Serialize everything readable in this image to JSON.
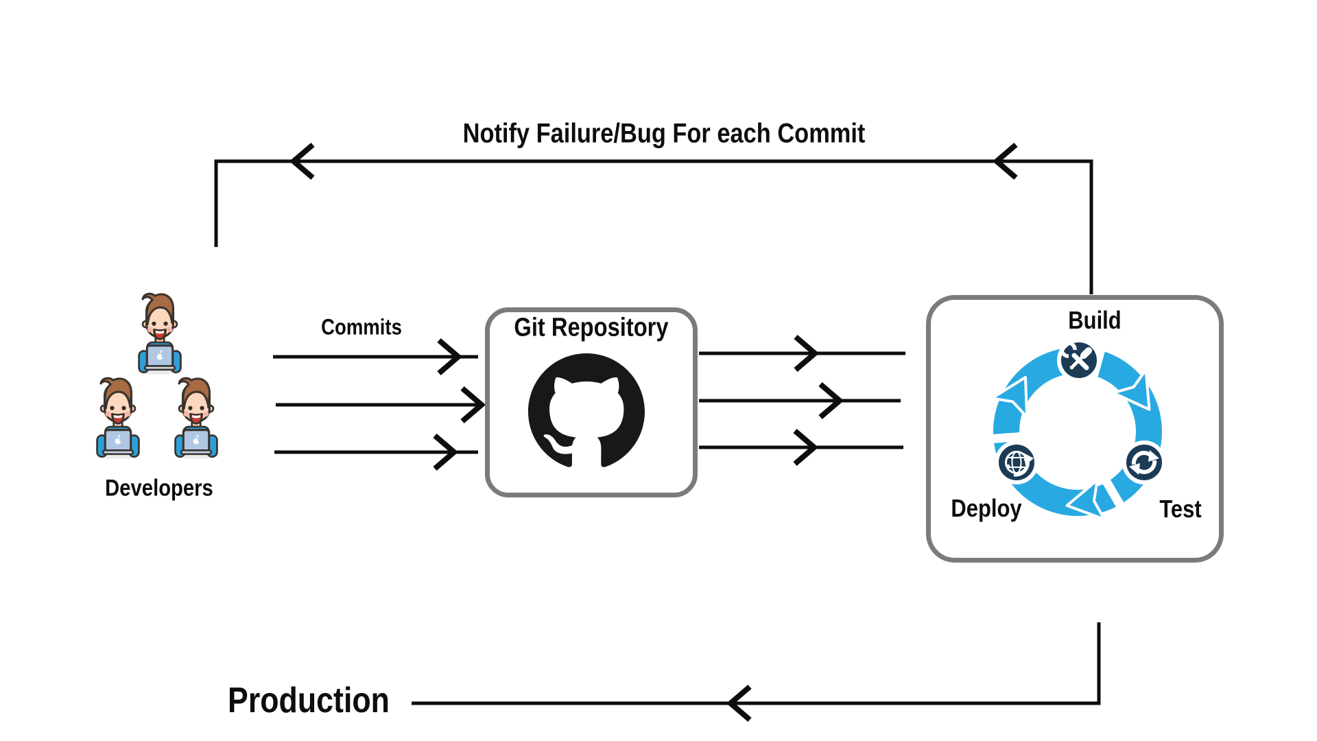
{
  "labels": {
    "notify": "Notify Failure/Bug For each Commit",
    "commits": "Commits",
    "git_repository": "Git Repository",
    "developers": "Developers",
    "production": "Production",
    "build": "Build",
    "deploy": "Deploy",
    "test": "Test"
  },
  "colors": {
    "line_black": "#0d0d0d",
    "box_border_gray": "#7b7b7b",
    "cycle_blue": "#29a9e1",
    "icon_navy": "#1c3b56",
    "github_black": "#191717",
    "hair_brown": "#a86b44",
    "skin": "#fdd7be",
    "shirt_blue": "#2d9fdb",
    "laptop_blue": "#afc7e2"
  },
  "icons": [
    "developer-avatar-icon",
    "github-logo-icon",
    "build-wrench-screwdriver-icon",
    "test-sync-icon",
    "deploy-globe-icon",
    "cycle-arrow-icon"
  ]
}
